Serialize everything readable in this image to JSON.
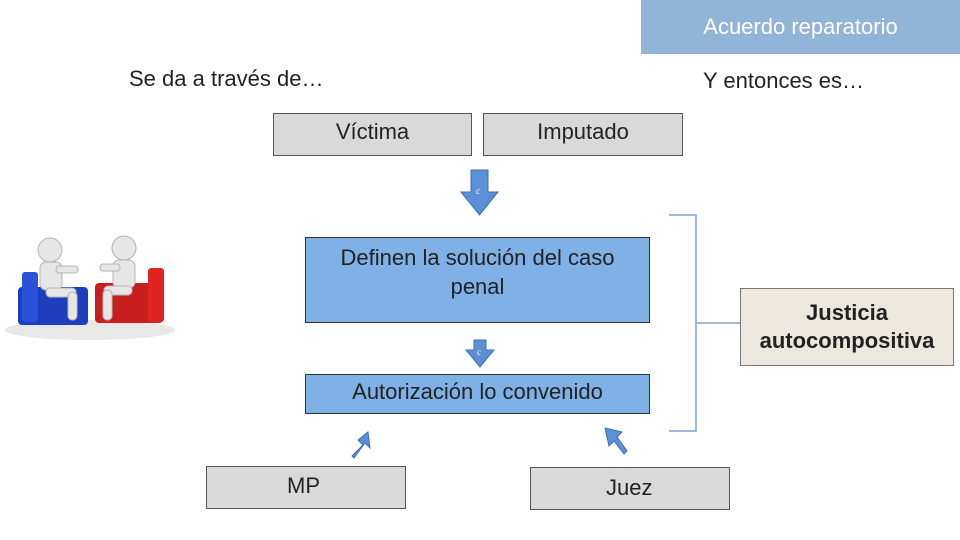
{
  "header": {
    "title": "Acuerdo reparatorio"
  },
  "left_caption": "Se da a través de…",
  "right_caption": "Y entonces es…",
  "boxes": {
    "victima": "Víctima",
    "imputado": "Imputado",
    "definen_line1": "Definen la solución del caso",
    "definen_line2": "penal",
    "autorizacion": "Autorización lo convenido",
    "mp": "MP",
    "juez": "Juez",
    "justicia_line1": "Justicia",
    "justicia_line2": "autocompositiva"
  },
  "arrow_glyph": "c",
  "colors": {
    "header": "#93b4d9",
    "blue_box": "#7fb0e6",
    "gray_box": "#d9d9d9",
    "arrow": "#5b8fd6",
    "bracket": "#7da3d1"
  },
  "illustration": {
    "icon": "two-people-chairs-icon"
  }
}
